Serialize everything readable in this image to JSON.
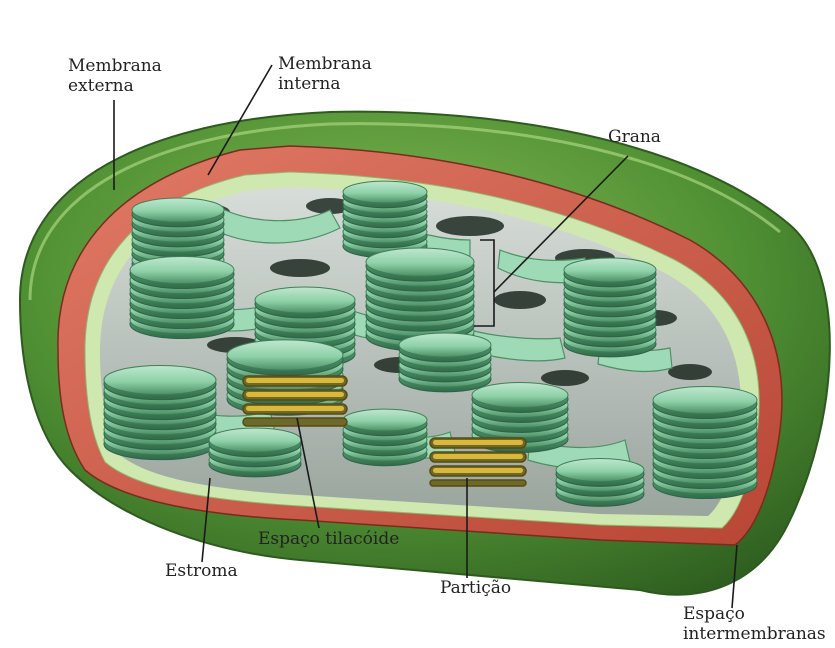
{
  "labels": {
    "outer_membrane": [
      "Membrana",
      "externa"
    ],
    "inner_membrane": [
      "Membrana",
      "interna"
    ],
    "grana": "Grana",
    "thylakoid_space": "Espaço tilacóide",
    "stroma": "Estroma",
    "partition": "Partição",
    "intermembrane_space": [
      "Espaço",
      "intermembranas"
    ]
  },
  "colors": {
    "outer_membrane": "#4f8f33",
    "outer_membrane_light": "#86bd57",
    "inner_membrane": "#d0624f",
    "stroma": "#b9c2bd",
    "thylakoid": "#8ed1a9",
    "thylakoid_dark": "#3f7f58",
    "partition_highlight": "#c9a72a"
  }
}
